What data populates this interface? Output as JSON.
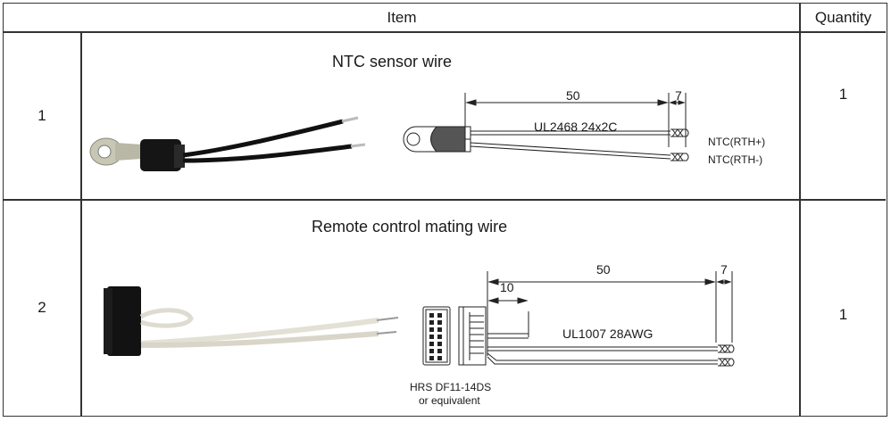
{
  "table": {
    "headers": {
      "item": "Item",
      "quantity": "Quantity"
    },
    "rows": [
      {
        "index": "1",
        "title": "NTC sensor wire",
        "quantity": "1",
        "drawing": {
          "dim_long": "50",
          "dim_short": "7",
          "cable_spec": "UL2468 24x2C",
          "wire_labels": [
            "NTC(RTH+)",
            "NTC(RTH-)"
          ]
        },
        "photo": "ring-terminal-ntc-sensor-with-two-black-wires"
      },
      {
        "index": "2",
        "title": "Remote control mating wire",
        "quantity": "1",
        "drawing": {
          "dim_long": "50",
          "dim_short": "7",
          "dim_loop": "10",
          "cable_spec": "UL1007  28AWG",
          "connector_label_line1": "HRS DF11-14DS",
          "connector_label_line2": "or equivalent"
        },
        "photo": "black-connector-with-white-wires-and-loop"
      }
    ]
  }
}
